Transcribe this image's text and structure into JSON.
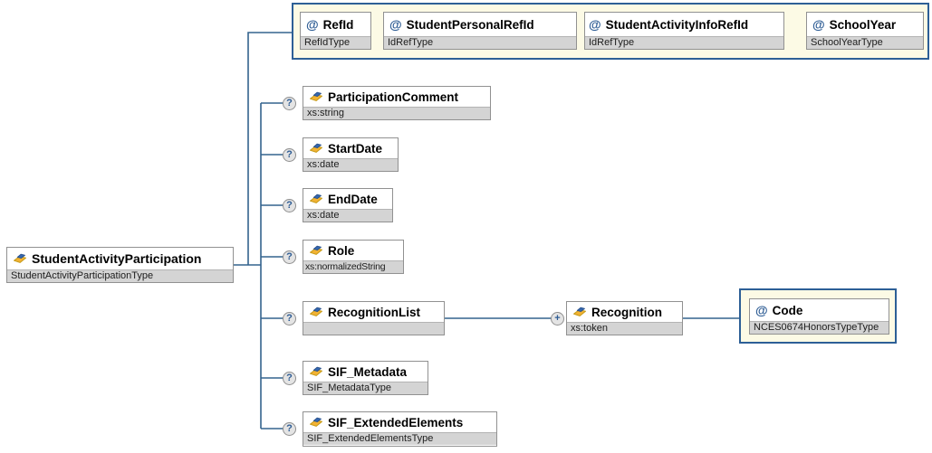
{
  "diagram_type": "xml-schema-diagram",
  "root_element": {
    "name": "StudentActivityParticipation",
    "type": "StudentActivityParticipationType"
  },
  "attribute_group": {
    "attributes": [
      {
        "name": "RefId",
        "type": "RefIdType"
      },
      {
        "name": "StudentPersonalRefId",
        "type": "IdRefType"
      },
      {
        "name": "StudentActivityInfoRefId",
        "type": "IdRefType"
      },
      {
        "name": "SchoolYear",
        "type": "SchoolYearType"
      }
    ]
  },
  "child_elements": [
    {
      "name": "ParticipationComment",
      "type": "xs:string",
      "occurrence": "?"
    },
    {
      "name": "StartDate",
      "type": "xs:date",
      "occurrence": "?"
    },
    {
      "name": "EndDate",
      "type": "xs:date",
      "occurrence": "?"
    },
    {
      "name": "Role",
      "type": "xs:normalizedString",
      "occurrence": "?"
    },
    {
      "name": "RecognitionList",
      "type": "",
      "occurrence": "?"
    },
    {
      "name": "SIF_Metadata",
      "type": "SIF_MetadataType",
      "occurrence": "?"
    },
    {
      "name": "SIF_ExtendedElements",
      "type": "SIF_ExtendedElementsType",
      "occurrence": "?"
    }
  ],
  "recognition_element": {
    "name": "Recognition",
    "type": "xs:token",
    "occurrence": "+"
  },
  "recognition_attribute_group": {
    "attributes": [
      {
        "name": "Code",
        "type": "NCES0674HonorsTypeType"
      }
    ]
  },
  "glyphs": {
    "attribute": "@",
    "optional": "?",
    "repeating": "+"
  },
  "colors": {
    "connector": "#33638e",
    "group_fill": "#fcfae5",
    "group_border": "#2d5f96",
    "type_band": "#d4d4d4",
    "box_border": "#919191",
    "blue_glyph": "#2d5c94",
    "icon_gold": "#f2b233",
    "icon_blue": "#3566ad"
  }
}
